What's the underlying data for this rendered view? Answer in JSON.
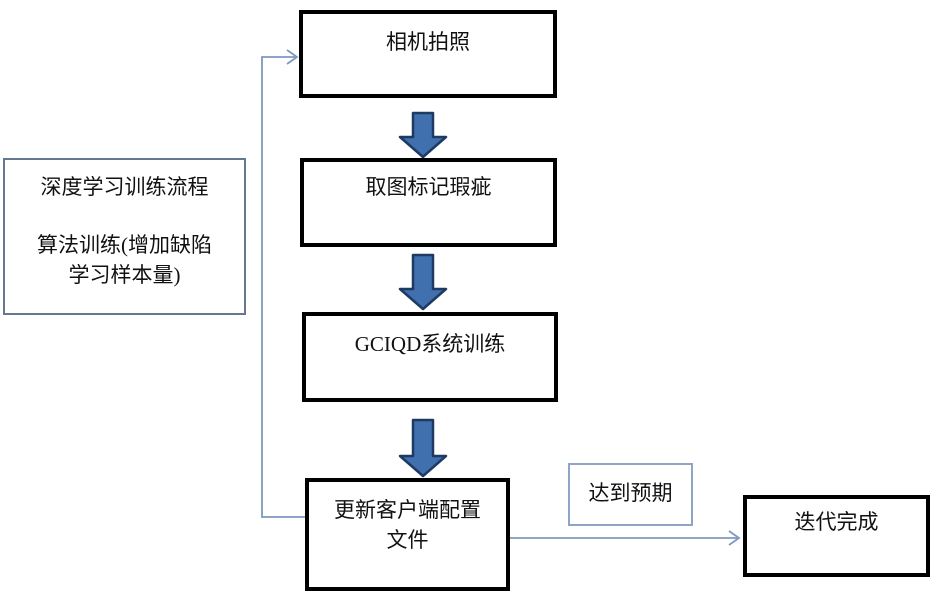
{
  "flowchart": {
    "side_note": {
      "title": "深度学习训练流程",
      "body_line1": "算法训练(增加缺陷",
      "body_line2": "学习样本量)"
    },
    "steps": {
      "camera": {
        "label": "相机拍照"
      },
      "tag": {
        "label": "取图标记瑕疵"
      },
      "train": {
        "label": "GCIQD系统训练"
      },
      "update": {
        "label_line1": "更新客户端配置",
        "label_line2": "文件"
      }
    },
    "branch": {
      "condition_label": "达到预期",
      "done_label": "迭代完成"
    },
    "colors": {
      "box_border": "#000000",
      "box_fill": "#ffffff",
      "block_arrow_fill": "#4170ae",
      "block_arrow_border": "#1d3a63",
      "connector_line": "#7e98c0",
      "condition_border": "#8fa5c6",
      "side_panel_border": "#66788f"
    }
  }
}
